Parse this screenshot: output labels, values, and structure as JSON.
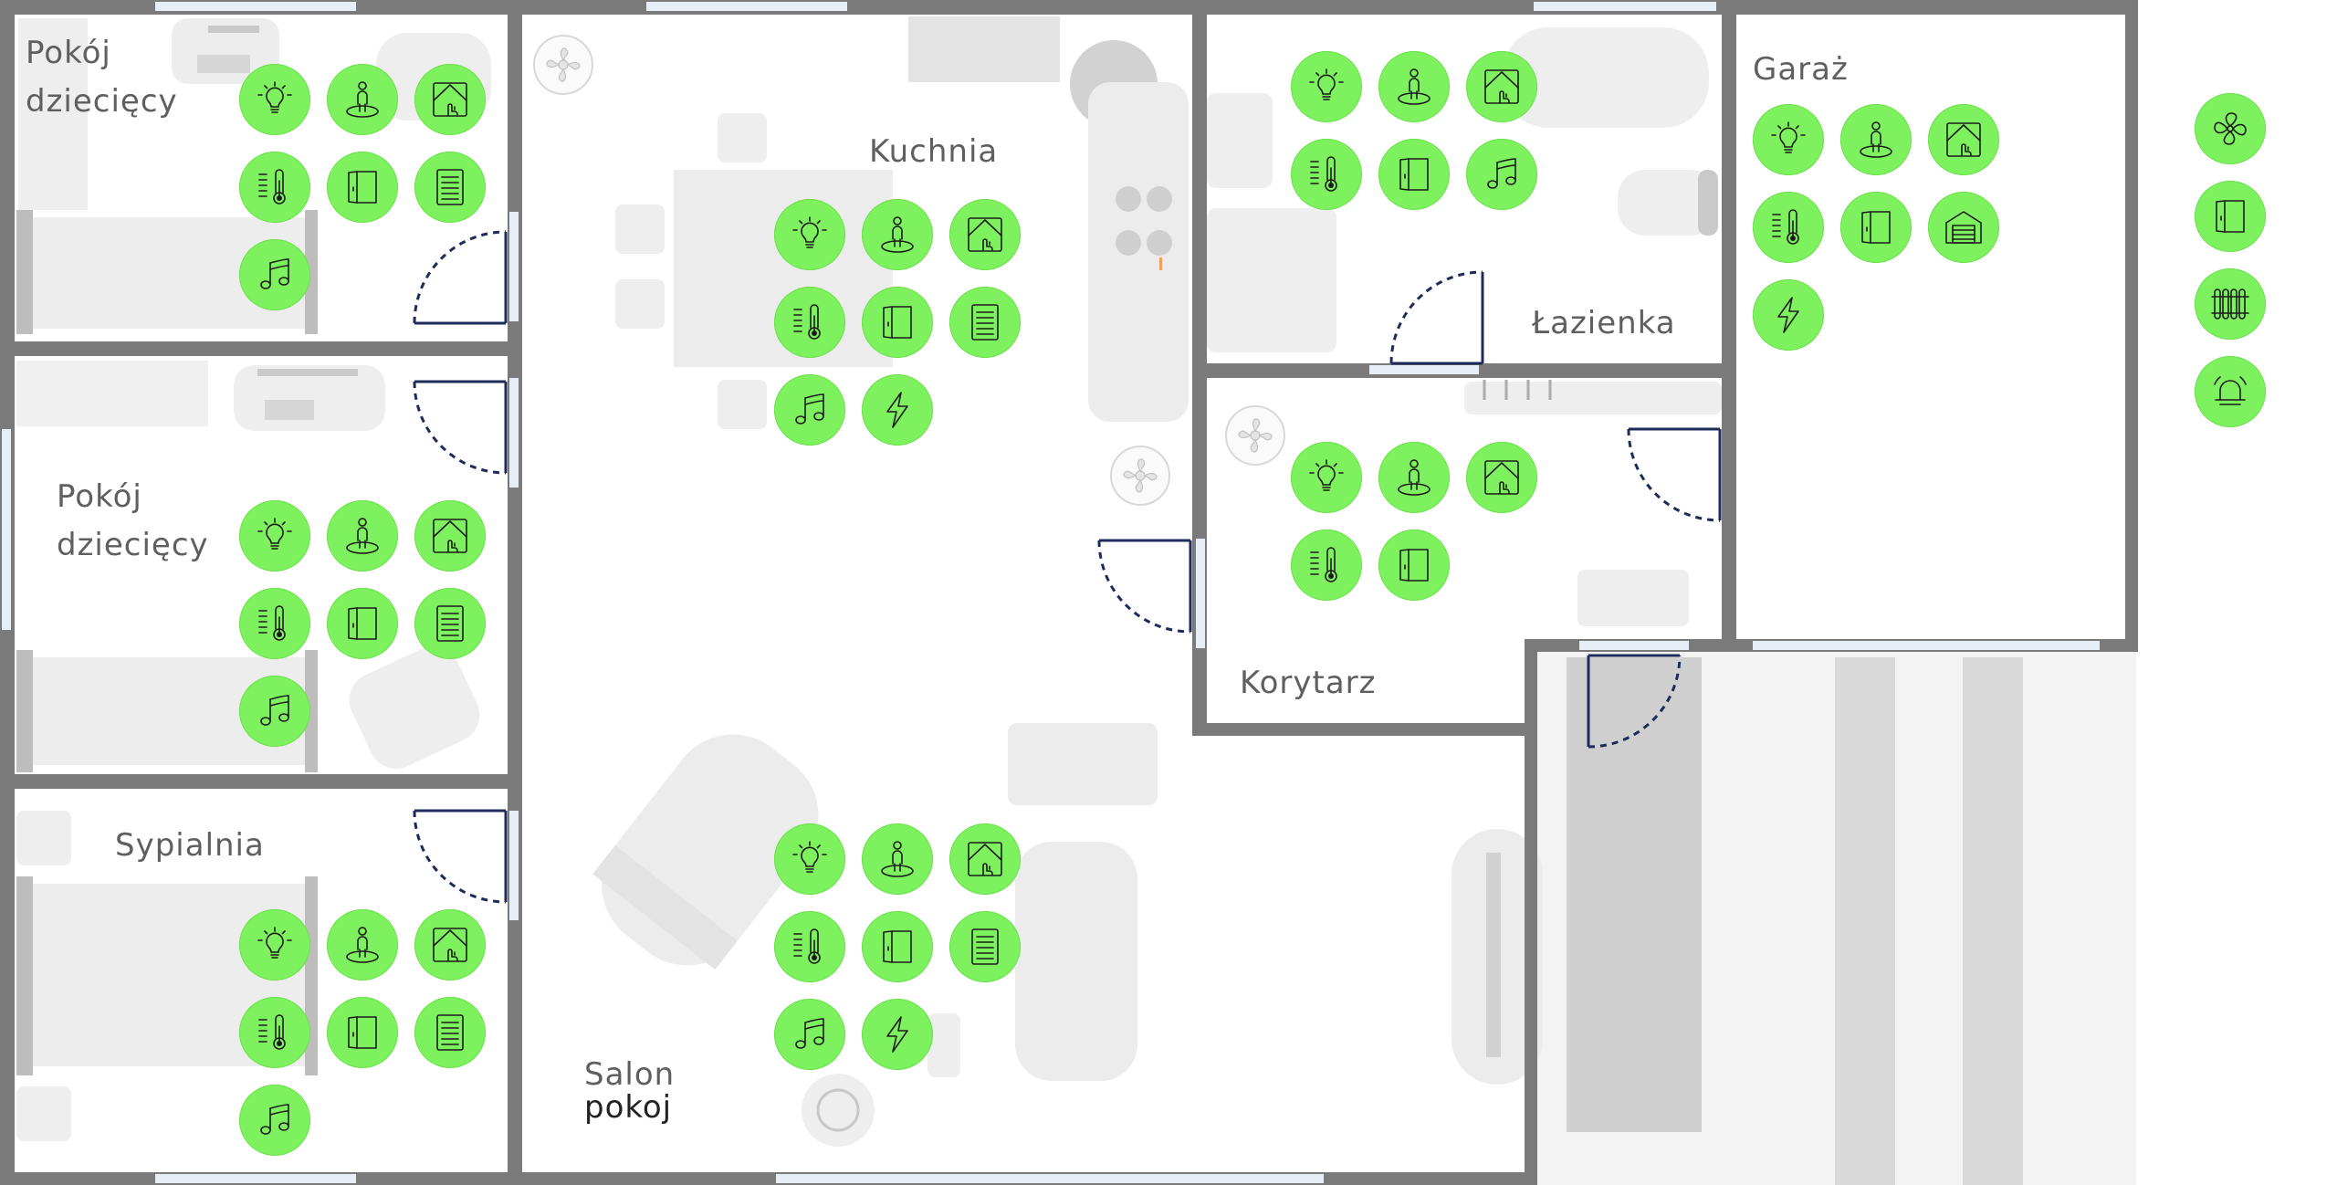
{
  "rooms": {
    "kids_room_1": {
      "label_line1": "Pokój",
      "label_line2": "dziecięcy"
    },
    "kids_room_2": {
      "label_line1": "Pokój",
      "label_line2": "dziecięcy"
    },
    "bedroom": {
      "label": "Sypialnia"
    },
    "kitchen": {
      "label": "Kuchnia"
    },
    "living_room": {
      "label_line1": "Salon",
      "label_line2": "pokoj"
    },
    "bathroom": {
      "label": "Łazienka"
    },
    "corridor": {
      "label": "Korytarz"
    },
    "garage": {
      "label": "Garaż"
    }
  },
  "room_controls": {
    "kids_room_1": [
      "light-icon",
      "presence-icon",
      "blinds-icon",
      "thermostat-icon",
      "door-icon",
      "document-icon",
      "music-icon"
    ],
    "kids_room_2": [
      "light-icon",
      "presence-icon",
      "blinds-icon",
      "thermostat-icon",
      "door-icon",
      "document-icon",
      "music-icon"
    ],
    "bedroom": [
      "light-icon",
      "presence-icon",
      "blinds-icon",
      "thermostat-icon",
      "door-icon",
      "document-icon",
      "music-icon"
    ],
    "kitchen": [
      "light-icon",
      "presence-icon",
      "blinds-icon",
      "thermostat-icon",
      "door-icon",
      "document-icon",
      "music-icon",
      "energy-icon"
    ],
    "living_room": [
      "light-icon",
      "presence-icon",
      "blinds-icon",
      "thermostat-icon",
      "door-icon",
      "document-icon",
      "music-icon",
      "energy-icon"
    ],
    "bathroom": [
      "light-icon",
      "presence-icon",
      "blinds-icon",
      "thermostat-icon",
      "door-icon",
      "music-icon"
    ],
    "corridor": [
      "light-icon",
      "presence-icon",
      "blinds-icon",
      "thermostat-icon",
      "door-icon"
    ],
    "garage": [
      "light-icon",
      "presence-icon",
      "blinds-icon",
      "thermostat-icon",
      "door-icon",
      "garage-door-icon",
      "energy-icon"
    ]
  },
  "global_controls": [
    "fan-icon",
    "door-icon",
    "radiator-icon",
    "alarm-bell-icon"
  ],
  "colors": {
    "button_fill": "#7ef25e",
    "wall": "#7a7a7a",
    "furniture": "#ececec",
    "door_arc": "#1d2b5a",
    "label_text": "#5f5f5f"
  }
}
